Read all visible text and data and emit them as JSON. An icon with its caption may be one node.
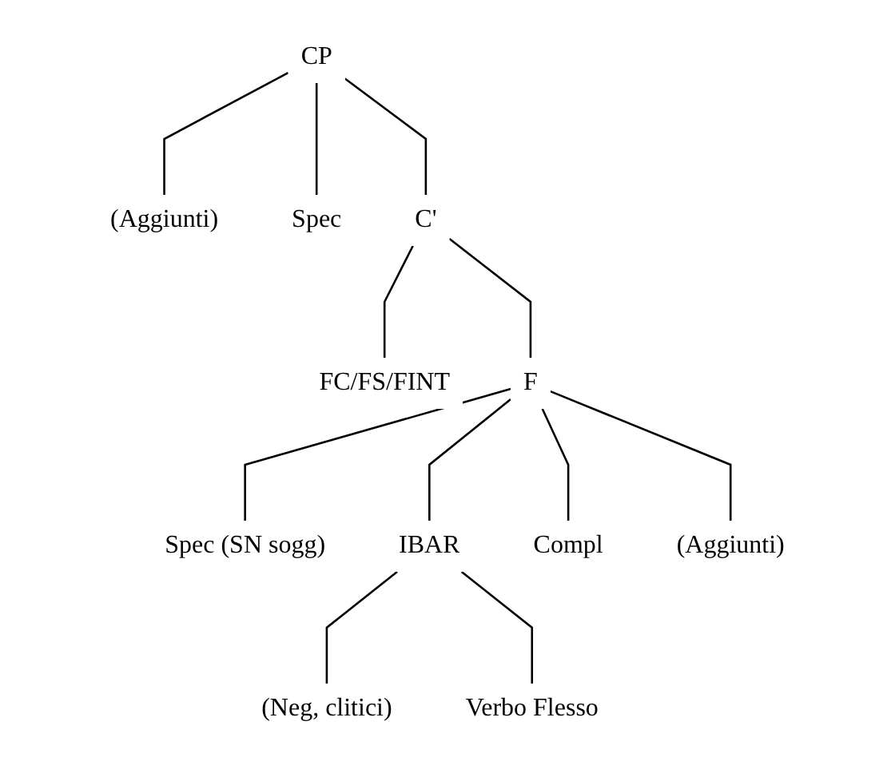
{
  "diagram": {
    "nodes": [
      {
        "text": [
          "CP"
        ]
      },
      {
        "text": [
          "(Aggiunti)"
        ]
      },
      {
        "text": [
          "Spec"
        ]
      },
      {
        "text": [
          "C'"
        ]
      },
      {
        "text": [
          "FC/FS/FINT"
        ]
      },
      {
        "text": [
          "F"
        ]
      },
      {
        "text": [
          "Spec (SN sogg)"
        ]
      },
      {
        "text": [
          "IBAR"
        ]
      },
      {
        "text": [
          "Compl"
        ]
      },
      {
        "text": [
          "(Aggiunti)"
        ]
      },
      {
        "text": [
          "(Neg, clitici)"
        ]
      },
      {
        "text": [
          "Verbo Flesso"
        ]
      }
    ],
    "edges": [
      {
        "from": 0,
        "to": 1,
        "arrow": "none"
      },
      {
        "from": 0,
        "to": 2,
        "arrow": "none"
      },
      {
        "from": 0,
        "to": 3,
        "arrow": "none"
      },
      {
        "from": 3,
        "to": 4,
        "arrow": "none"
      },
      {
        "from": 3,
        "to": 5,
        "arrow": "none"
      },
      {
        "from": 5,
        "to": 6,
        "arrow": "none"
      },
      {
        "from": 5,
        "to": 7,
        "arrow": "none"
      },
      {
        "from": 5,
        "to": 8,
        "arrow": "none"
      },
      {
        "from": 5,
        "to": 9,
        "arrow": "none"
      },
      {
        "from": 7,
        "to": 10,
        "arrow": "none"
      },
      {
        "from": 7,
        "to": 11,
        "arrow": "none"
      }
    ]
  }
}
